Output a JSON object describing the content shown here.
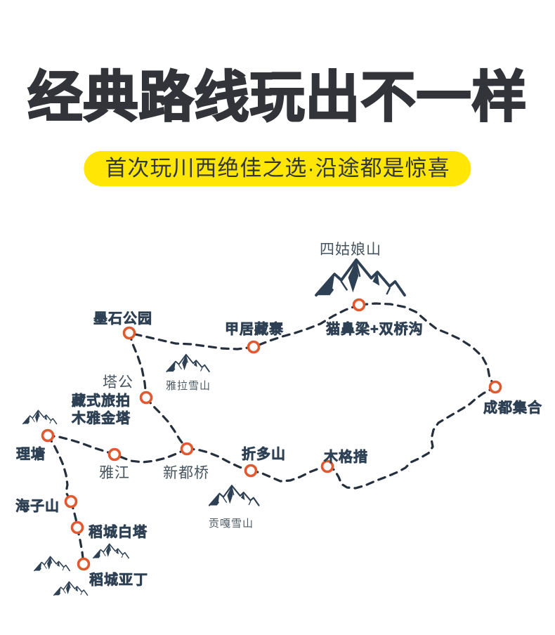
{
  "header": {
    "title": "经典路线玩出不一样",
    "subtitle": "首次玩川西绝佳之选·沿途都是惊喜"
  },
  "colors": {
    "accent_yellow": "#FFE605",
    "route_dash": "#26303D",
    "label_dark": "#2E4053",
    "label_light": "#46555F",
    "marker_orange": "#E1592F",
    "mountain_navy": "#2E4053",
    "title_charcoal": "#33343A"
  },
  "map": {
    "labels": [
      {
        "text": "四姑娘山",
        "style": "light"
      },
      {
        "text": "猫鼻梁+双桥沟",
        "style": "bold"
      },
      {
        "text": "甲居藏寨",
        "style": "bold"
      },
      {
        "text": "墨石公园",
        "style": "bold"
      },
      {
        "text": "塔公",
        "style": "light"
      },
      {
        "text": "藏式旅拍",
        "style": "bold"
      },
      {
        "text": "木雅金塔",
        "style": "bold"
      },
      {
        "text": "雅拉雪山",
        "style": "small"
      },
      {
        "text": "成都集合",
        "style": "bold"
      },
      {
        "text": "理塘",
        "style": "bold"
      },
      {
        "text": "雅江",
        "style": "light"
      },
      {
        "text": "新都桥",
        "style": "light"
      },
      {
        "text": "折多山",
        "style": "bold"
      },
      {
        "text": "木格措",
        "style": "bold"
      },
      {
        "text": "贡嘎雪山",
        "style": "small"
      },
      {
        "text": "海子山",
        "style": "bold"
      },
      {
        "text": "稻城白塔",
        "style": "bold"
      },
      {
        "text": "稻城亚丁",
        "style": "bold"
      }
    ],
    "stops_in_route_order": [
      "成都集合",
      "猫鼻梁+双桥沟(四姑娘山)",
      "甲居藏寨",
      "墨石公园",
      "塔公·藏式旅拍·木雅金塔",
      "新都桥",
      "雅江",
      "理塘",
      "海子山",
      "稻城白塔",
      "稻城亚丁",
      "折多山",
      "木格措"
    ],
    "mountain_icons": [
      "四姑娘山",
      "雅拉雪山",
      "贡嘎雪山",
      "理塘旁雪山",
      "稻城亚丁群山"
    ]
  }
}
